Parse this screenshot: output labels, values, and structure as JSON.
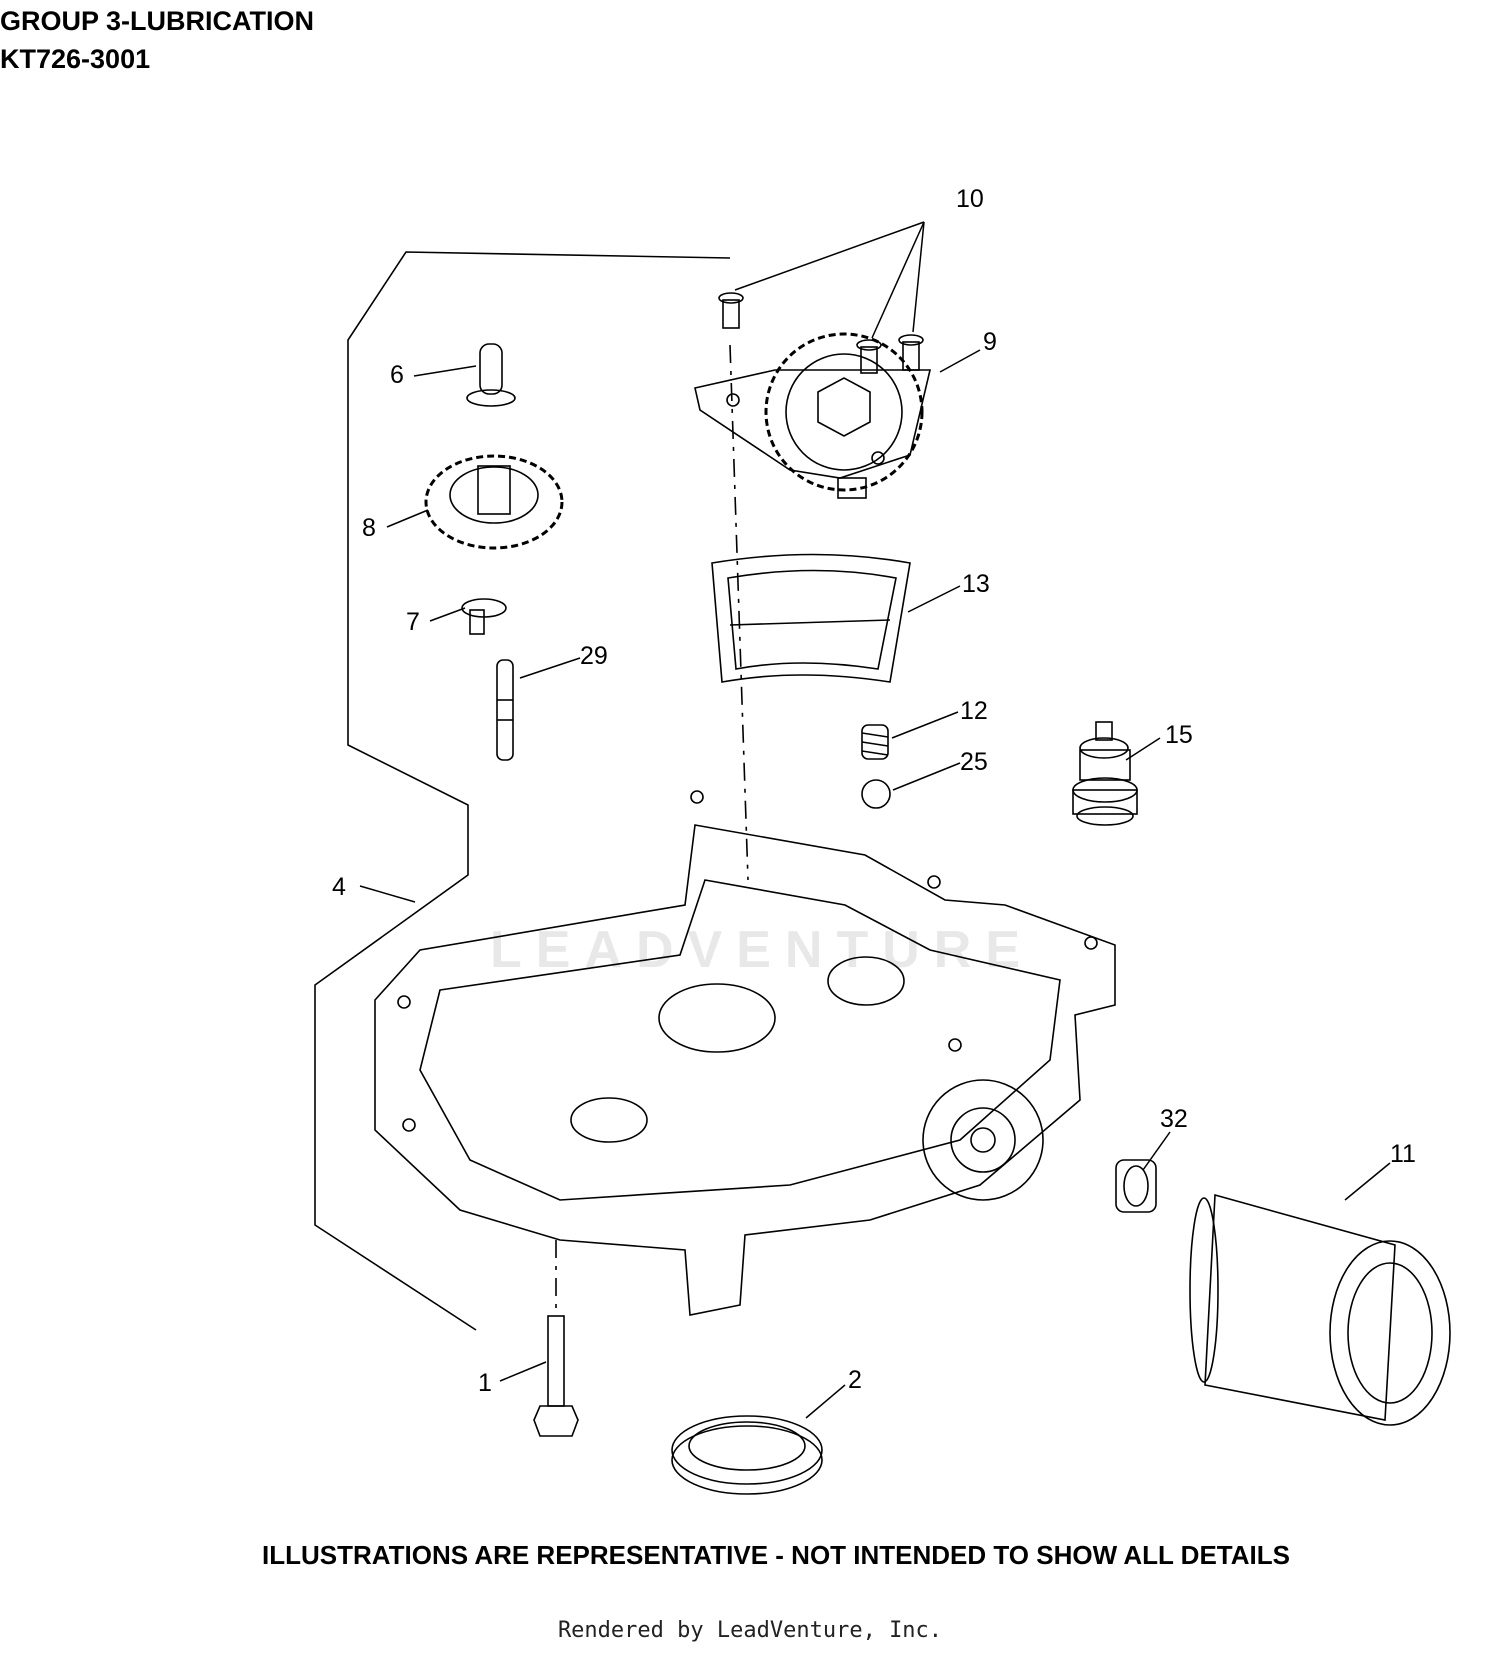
{
  "header": {
    "group_title": "GROUP 3-LUBRICATION",
    "model": "KT726-3001"
  },
  "watermark": "LEADVENTURE",
  "callouts": [
    {
      "id": "10",
      "label": "10"
    },
    {
      "id": "9",
      "label": "9"
    },
    {
      "id": "6",
      "label": "6"
    },
    {
      "id": "8",
      "label": "8"
    },
    {
      "id": "13",
      "label": "13"
    },
    {
      "id": "7",
      "label": "7"
    },
    {
      "id": "29",
      "label": "29"
    },
    {
      "id": "12",
      "label": "12"
    },
    {
      "id": "15",
      "label": "15"
    },
    {
      "id": "25",
      "label": "25"
    },
    {
      "id": "4",
      "label": "4"
    },
    {
      "id": "32",
      "label": "32"
    },
    {
      "id": "11",
      "label": "11"
    },
    {
      "id": "1",
      "label": "1"
    },
    {
      "id": "2",
      "label": "2"
    }
  ],
  "disclaimer": "ILLUSTRATIONS ARE REPRESENTATIVE - NOT INTENDED TO SHOW ALL DETAILS",
  "footer": "Rendered by LeadVenture, Inc."
}
